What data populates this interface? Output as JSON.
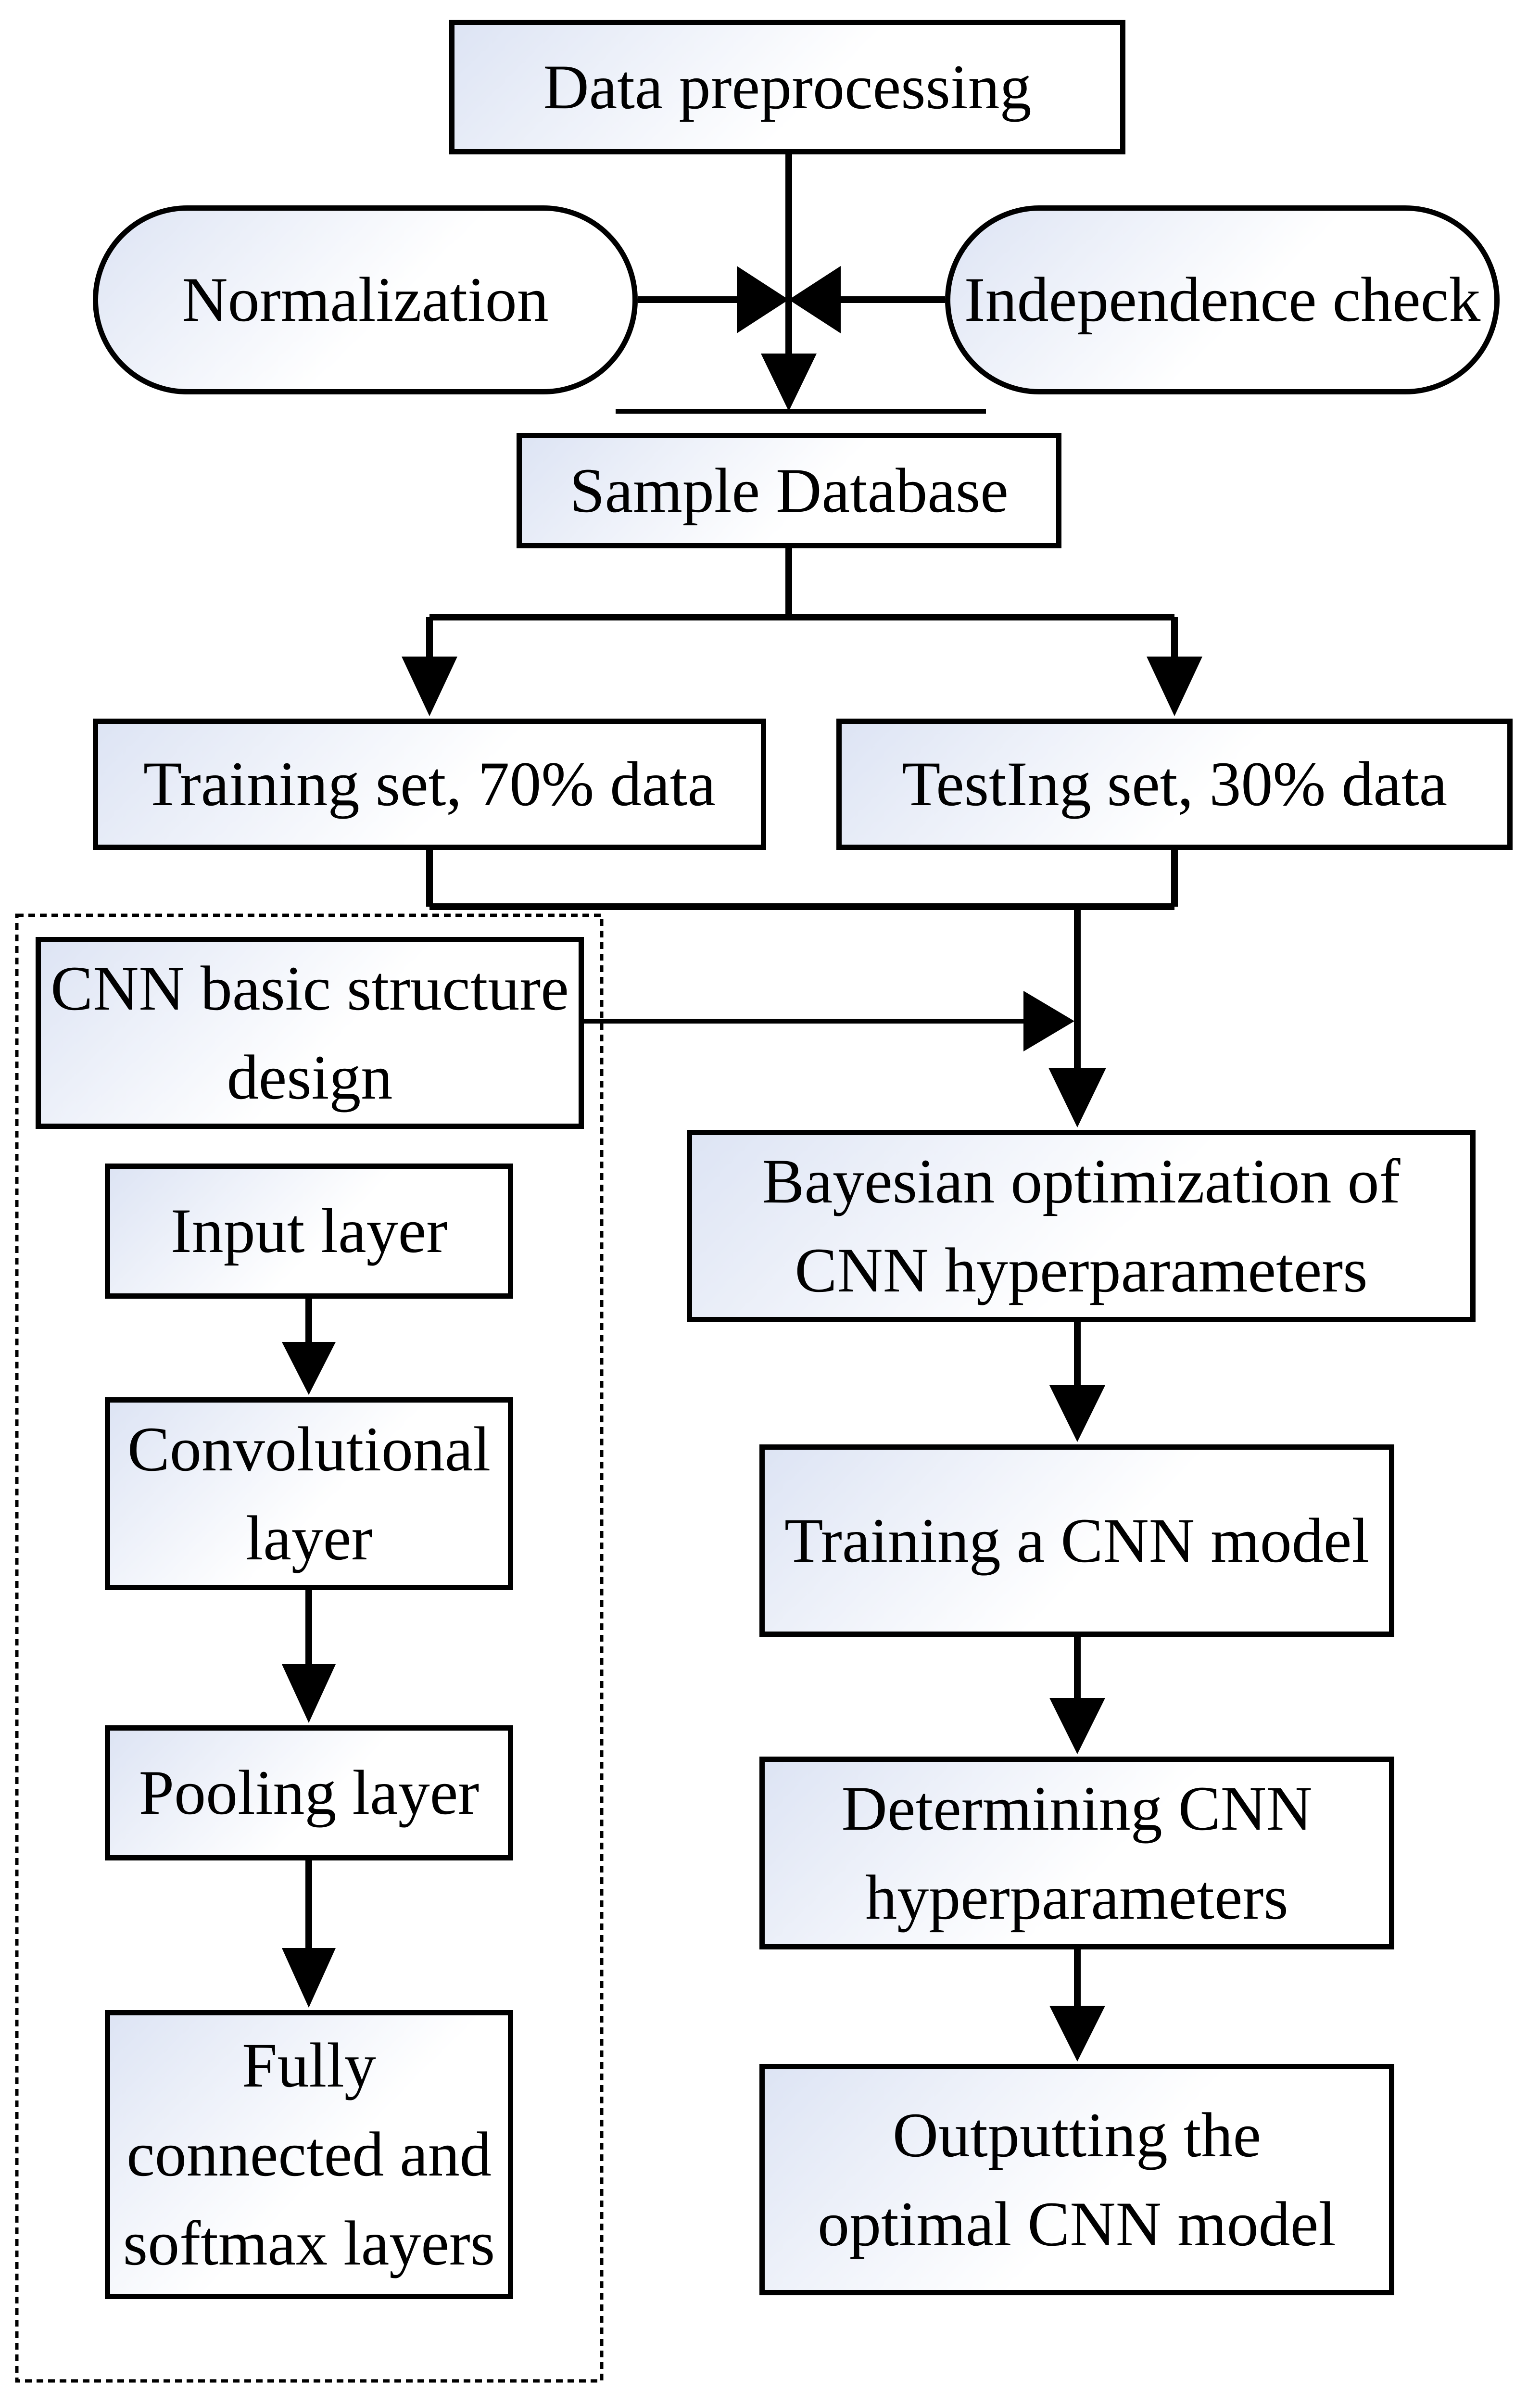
{
  "colors": {
    "stroke": "#000000",
    "box_gradient_start": "#dde4f4",
    "box_gradient_end": "#ffffff",
    "background": "#ffffff"
  },
  "nodes": {
    "data_preprocessing": "Data preprocessing",
    "normalization": "Normalization",
    "independence_check": "Independence check",
    "sample_database": "Sample Database",
    "training_set": "Training set, 70% data",
    "testing_set": "TestIng set, 30% data",
    "cnn_basic_structure": "CNN basic structure design",
    "input_layer": "Input layer",
    "convolutional_layer": "Convolutional layer",
    "pooling_layer": "Pooling layer",
    "fully_connected": "Fully connected and softmax layers",
    "bayesian_optimization": "Bayesian optimization of CNN hyperparameters",
    "training_model": "Training a CNN model",
    "determining_hyperparameters": "Determining CNN hyperparameters",
    "outputting_model": "Outputting the optimal CNN model"
  }
}
